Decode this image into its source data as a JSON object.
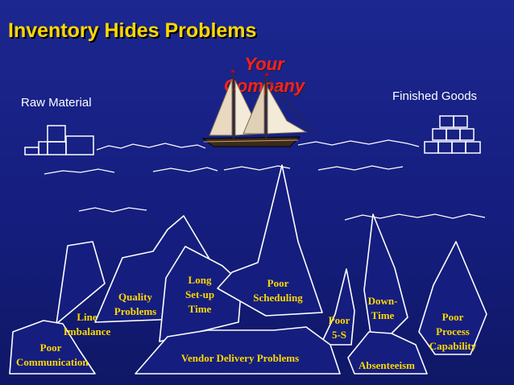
{
  "slide": {
    "title": "Inventory Hides Problems",
    "company_line1": "Your",
    "company_line2": "Company",
    "raw_material": "Raw Material",
    "finished_goods": "Finished Goods"
  },
  "problems": {
    "poor_communication": [
      "Poor",
      "Communication"
    ],
    "line_imbalance": [
      "Line",
      "Imbalance"
    ],
    "quality_problems": [
      "Quality",
      "Problems"
    ],
    "long_setup_time": [
      "Long",
      "Set-up",
      "Time"
    ],
    "poor_scheduling": [
      "Poor",
      "Scheduling"
    ],
    "poor_5s": [
      "Poor",
      "5-S"
    ],
    "downtime": [
      "Down-",
      "Time"
    ],
    "absenteeism": "Absenteeism",
    "poor_process_capability": [
      "Poor",
      "Process",
      "Capability"
    ],
    "vendor_delivery_problems": "Vendor Delivery Problems"
  },
  "colors": {
    "background": "#151e7e",
    "title": "#ffd700",
    "company": "#ff2020",
    "berg_outline": "#ffffff",
    "berg_fill": "#151e7e",
    "label": "#ffd700"
  }
}
